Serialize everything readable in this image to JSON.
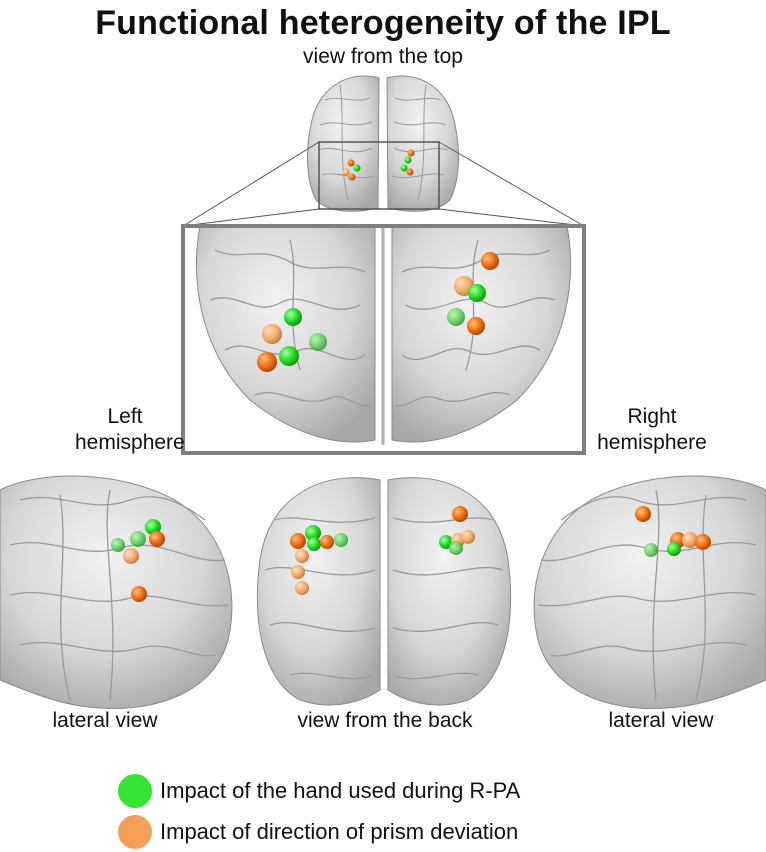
{
  "title": "Functional heterogeneity of the IPL",
  "labels": {
    "top_view": "view from the top",
    "left_hemisphere_line1": "Left",
    "left_hemisphere_line2": "hemisphere",
    "right_hemisphere_line1": "Right",
    "right_hemisphere_line2": "hemisphere",
    "lateral_view_left": "lateral view",
    "back_view": "view from the back",
    "lateral_view_right": "lateral view"
  },
  "legend": [
    {
      "label": "Impact of the hand used during R-PA",
      "color": "#33e633"
    },
    {
      "label": "Impact of direction of prism deviation",
      "color": "#f5a05a"
    }
  ],
  "colors": {
    "green_sphere": "#22dd22",
    "orange_sphere": "#f07010",
    "light_orange_sphere": "#f5a868",
    "brain_fill": "#dcdcdc",
    "frame": "#808080"
  }
}
